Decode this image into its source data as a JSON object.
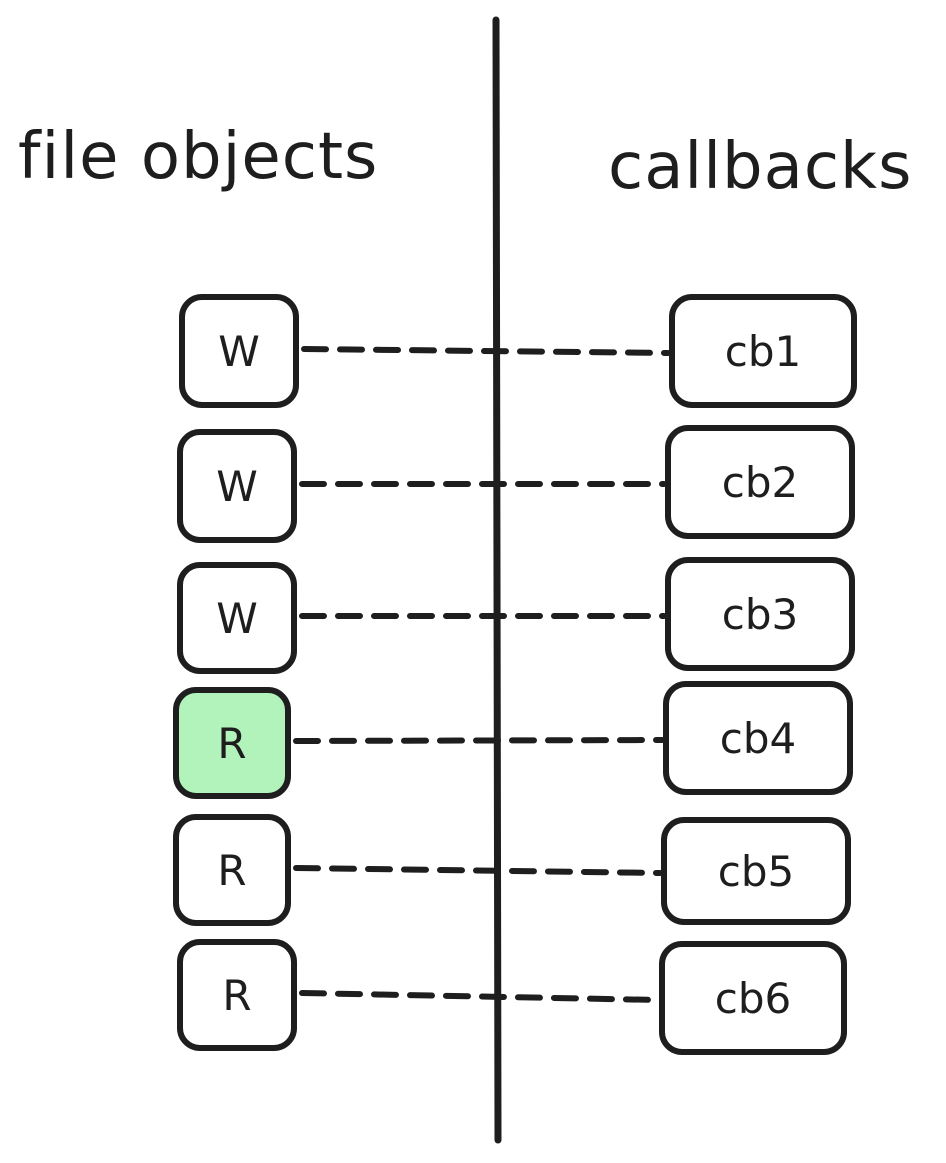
{
  "headers": {
    "left": "file objects",
    "right": "callbacks"
  },
  "colors": {
    "stroke": "#1e1e1e",
    "background": "#ffffff",
    "highlight": "#b2f2bb"
  },
  "rows": [
    {
      "file_object": "W",
      "callback": "cb1",
      "highlighted": false
    },
    {
      "file_object": "W",
      "callback": "cb2",
      "highlighted": false
    },
    {
      "file_object": "W",
      "callback": "cb3",
      "highlighted": false
    },
    {
      "file_object": "R",
      "callback": "cb4",
      "highlighted": true
    },
    {
      "file_object": "R",
      "callback": "cb5",
      "highlighted": false
    },
    {
      "file_object": "R",
      "callback": "cb6",
      "highlighted": false
    }
  ]
}
